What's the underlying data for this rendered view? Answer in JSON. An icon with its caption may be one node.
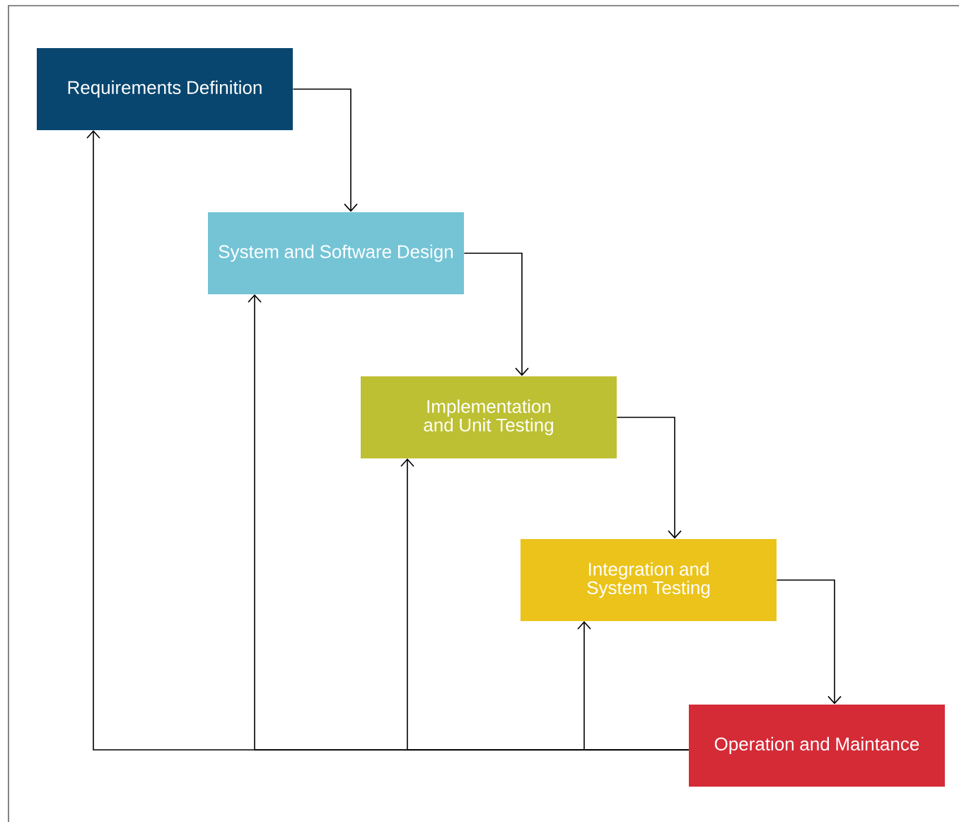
{
  "diagram": {
    "nodes": [
      {
        "text": [
          "Requirements Definition"
        ]
      },
      {
        "text": [
          "System and Software Design"
        ]
      },
      {
        "text": [
          "Implementation and Unit Testing"
        ]
      },
      {
        "text": [
          "Integration and System Testing"
        ]
      },
      {
        "text": [
          "Operation and Maintance"
        ]
      }
    ],
    "edges": [
      {
        "from": 0,
        "to": 1,
        "arrow": "to"
      },
      {
        "from": 1,
        "to": 2,
        "arrow": "to"
      },
      {
        "from": 2,
        "to": 3,
        "arrow": "to"
      },
      {
        "from": 3,
        "to": 4,
        "arrow": "to"
      },
      {
        "from": 4,
        "to": 3,
        "arrow": "to"
      },
      {
        "from": 4,
        "to": 2,
        "arrow": "to"
      },
      {
        "from": 4,
        "to": 1,
        "arrow": "to"
      },
      {
        "from": 4,
        "to": 0,
        "arrow": "to"
      }
    ]
  }
}
